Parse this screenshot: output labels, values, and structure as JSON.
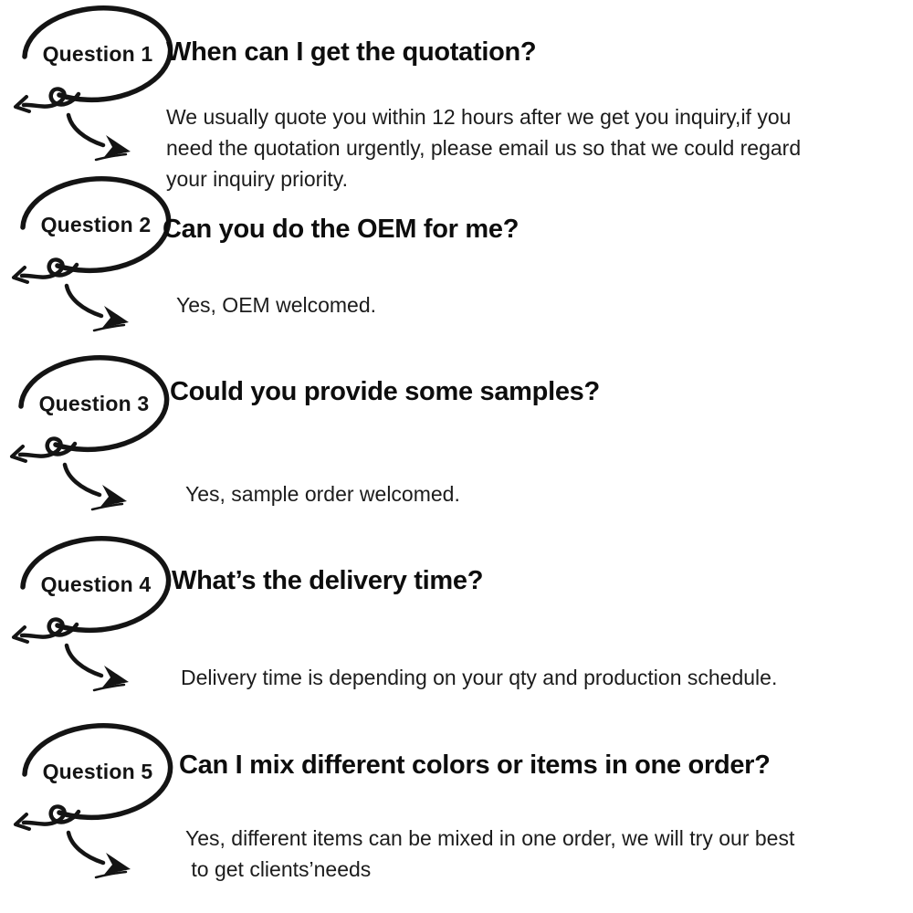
{
  "page": {
    "background_color": "#ffffff",
    "ink_color": "#141414"
  },
  "icons": {
    "bubble": "hand-drawn-speech-bubble-icon",
    "curl_arrow": "curled-arrow-left-icon",
    "swoosh_arrow": "curved-arrow-down-right-icon"
  },
  "faq": {
    "items": [
      {
        "bubble_label": "Question 1",
        "question": "When can I get the quotation?",
        "answer": "We usually quote you within 12 hours after we get you inquiry,if you\nneed the quotation urgently, please email us so that we could regard\nyour inquiry priority."
      },
      {
        "bubble_label": "Question 2",
        "question": "Can you do the OEM for me?",
        "answer": "Yes, OEM welcomed."
      },
      {
        "bubble_label": "Question 3",
        "question": "Could you provide some samples?",
        "answer": "Yes, sample order welcomed."
      },
      {
        "bubble_label": "Question 4",
        "question": "What’s the delivery time?",
        "answer": "Delivery time is depending on your qty and production schedule."
      },
      {
        "bubble_label": "Question 5",
        "question": "Can I mix different colors or items in one order?",
        "answer": "Yes, different items can be mixed in one order, we will try our best\n to get clients’needs"
      }
    ]
  }
}
